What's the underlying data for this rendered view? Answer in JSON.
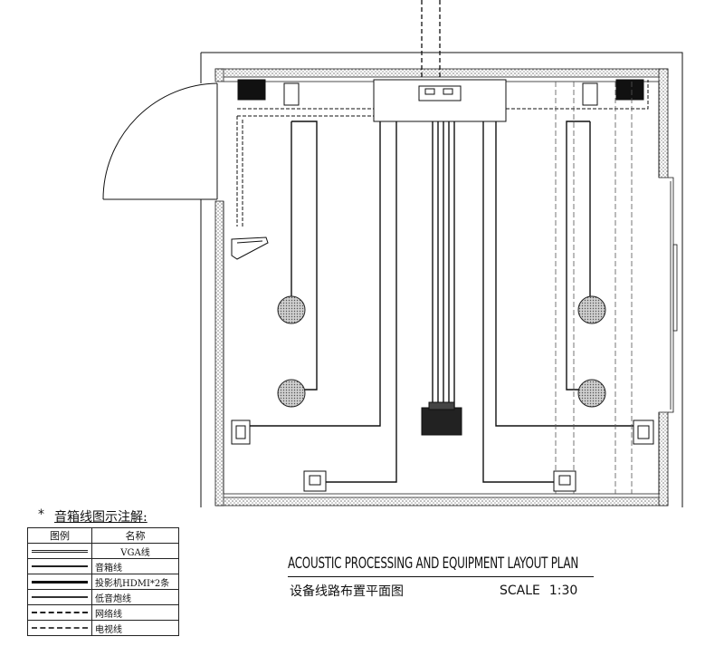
{
  "legend": {
    "heading": "音箱线图示注解:",
    "star": "*",
    "columns": {
      "symbol": "图例",
      "name": "名称"
    },
    "items": [
      {
        "name": "VGA线",
        "style": "vga"
      },
      {
        "name": "音箱线",
        "style": "speaker"
      },
      {
        "name": "投影机HDMI*2条",
        "style": "hdmi"
      },
      {
        "name": "低音炮线",
        "style": "sub"
      },
      {
        "name": "网络线",
        "style": "net"
      },
      {
        "name": "电视线",
        "style": "tv"
      }
    ]
  },
  "title": {
    "english": "ACOUSTIC PROCESSING AND EQUIPMENT LAYOUT PLAN",
    "chinese": "设备线路布置平面图",
    "scale_label": "SCALE",
    "scale_value": "1:30"
  },
  "colors": {
    "line": "#111111",
    "hatch": "#888888",
    "speaker_fill": "#bbbbbb",
    "equipment": "#222222"
  }
}
